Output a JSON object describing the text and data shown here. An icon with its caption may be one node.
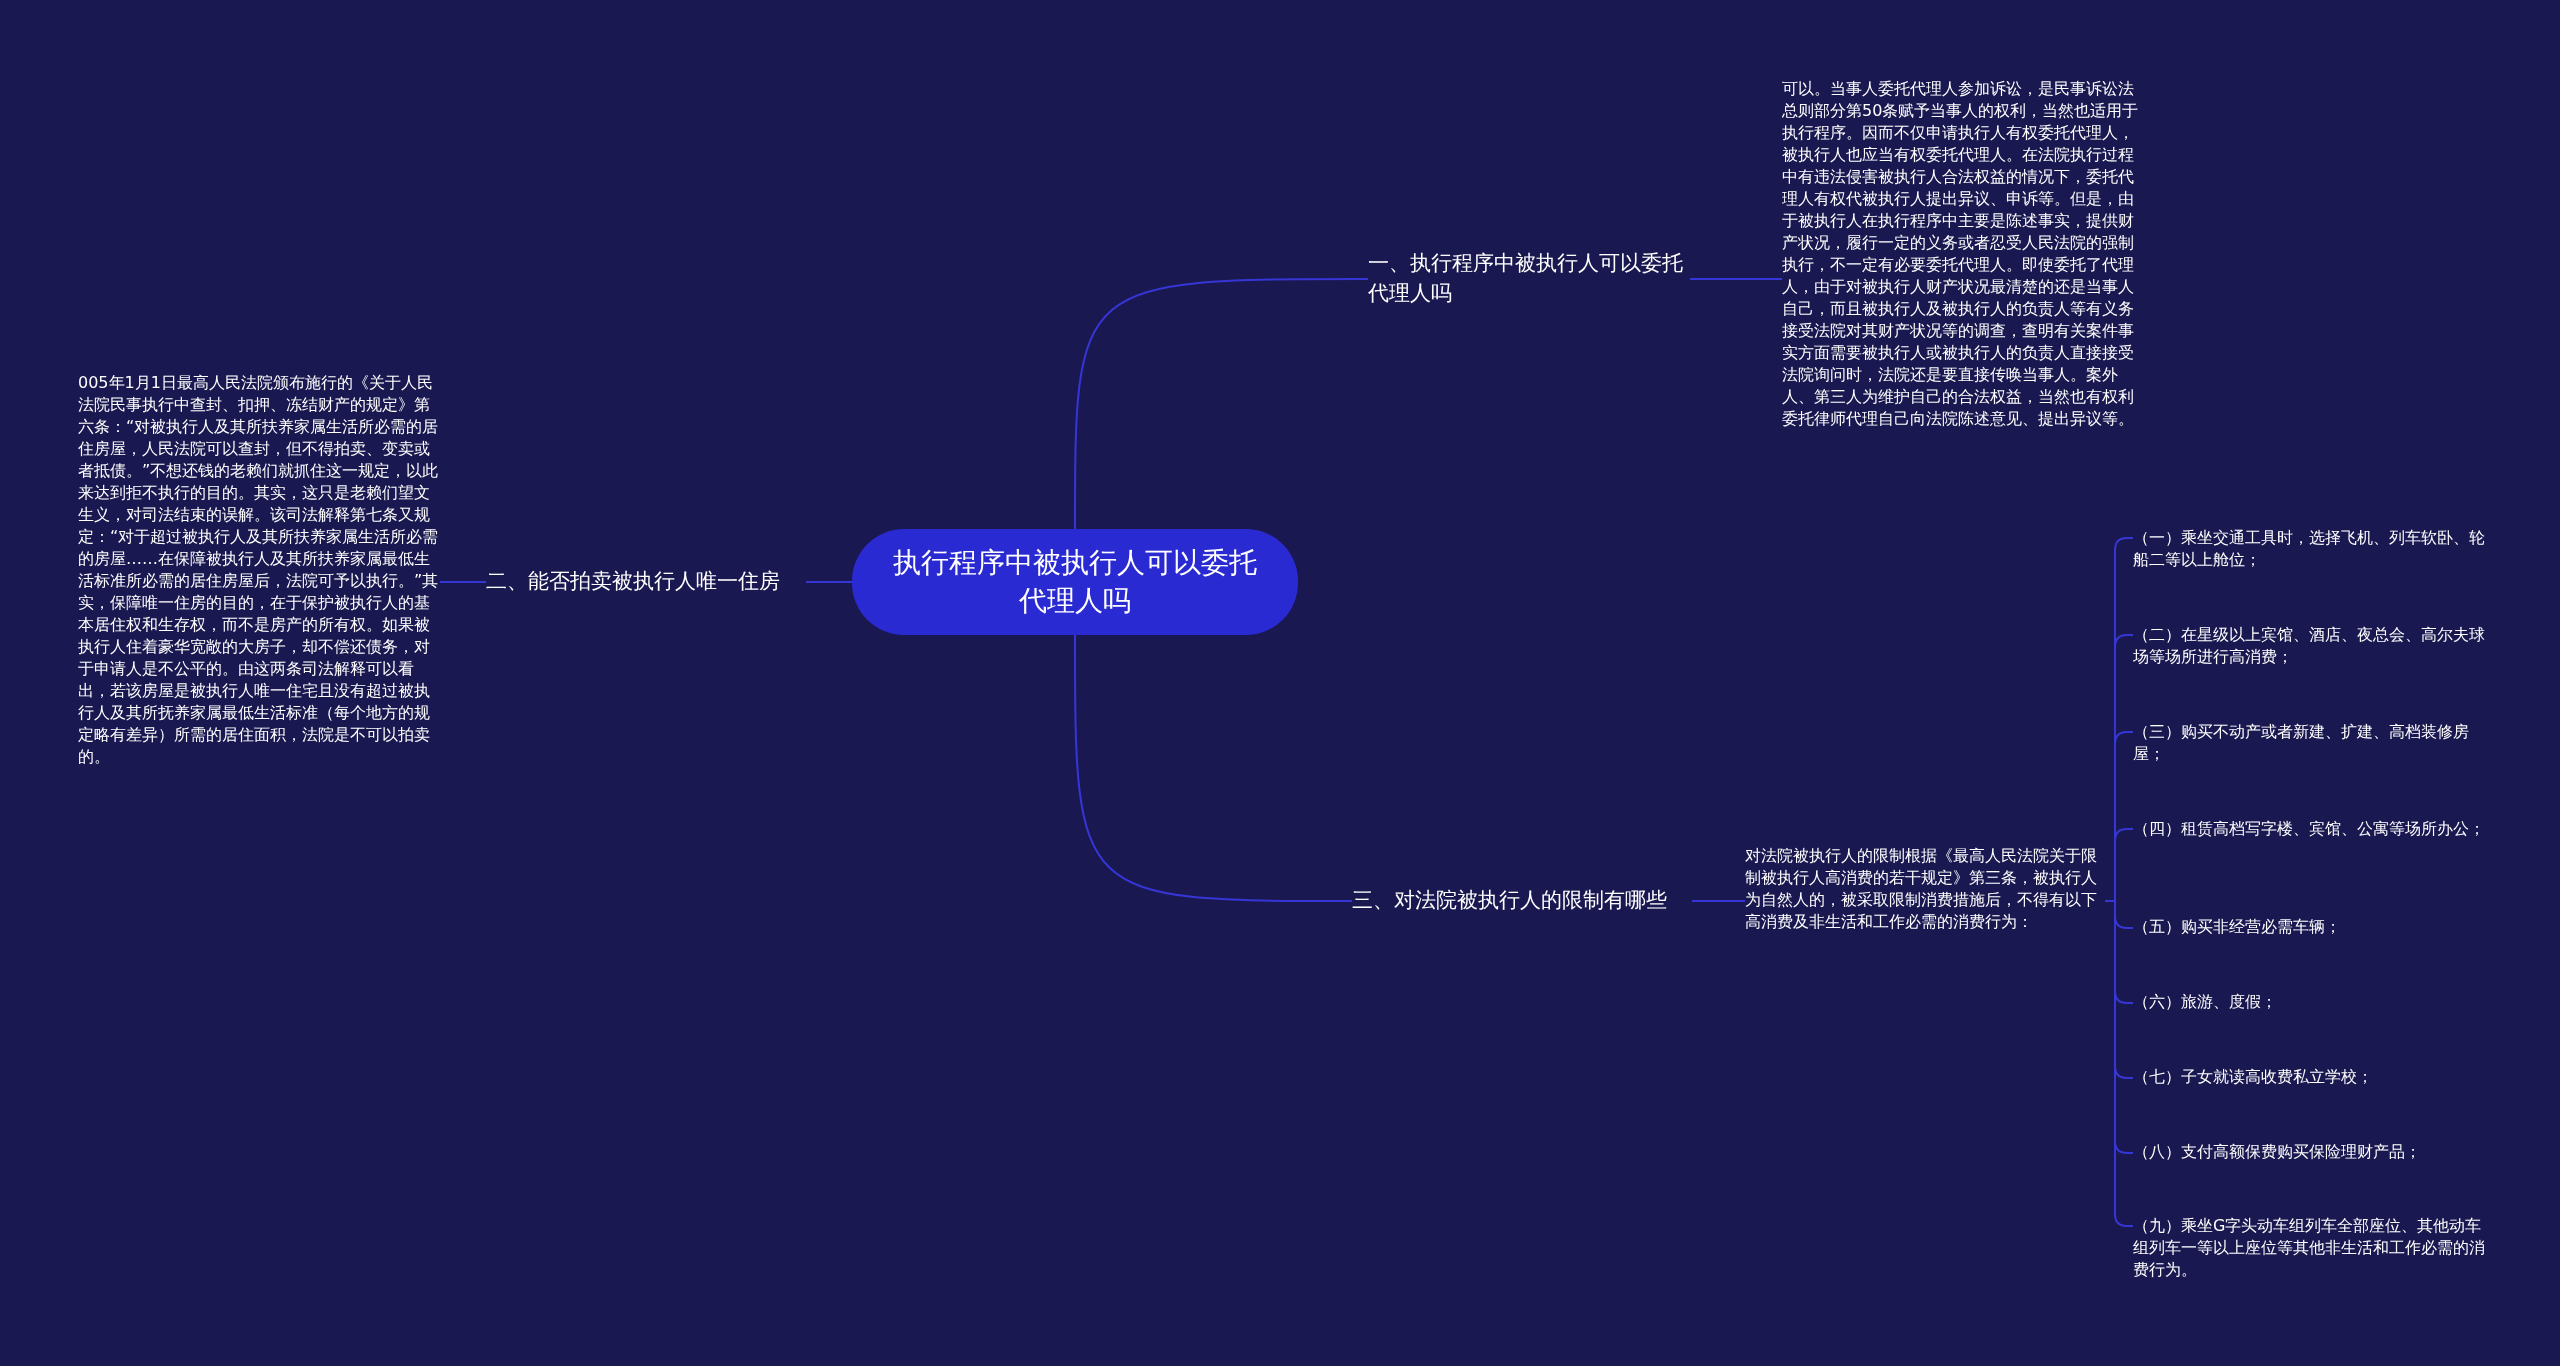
{
  "diagram": {
    "nodes": [
      {
        "text": [
          "执行程序中被执行人可以委托代理人吗"
        ]
      },
      {
        "text": [
          "一、执行程序中被执行人可以委托代理人吗"
        ]
      },
      {
        "text": [
          "可以。当事人委托代理人参加诉讼，是民事诉讼法总则部分第50条赋予当事人的权利，当然也适用于执行程序。因而不仅申请执行人有权委托代理人，被执行人也应当有权委托代理人。在法院执行过程中有违法侵害被执行人合法权益的情况下，委托代理人有权代被执行人提出异议、申诉等。但是，由于被执行人在执行程序中主要是陈述事实，提供财产状况，履行一定的义务或者忍受人民法院的强制执行，不一定有必要委托代理人。即使委托了代理人，由于对被执行人财产状况最清楚的还是当事人自己，而且被执行人及被执行人的负责人等有义务接受法院对其财产状况等的调查，查明有关案件事实方面需要被执行人或被执行人的负责人直接接受法院询问时，法院还是要直接传唤当事人。案外人、第三人为维护自己的合法权益，当然也有权利委托律师代理自己向法院陈述意见、提出异议等。"
        ]
      },
      {
        "text": [
          "二、能否拍卖被执行人唯一住房"
        ]
      },
      {
        "text": [
          "005年1月1日最高人民法院颁布施行的《关于人民法院民事执行中查封、扣押、冻结财产的规定》第六条：“对被执行人及其所扶养家属生活所必需的居住房屋，人民法院可以查封，但不得拍卖、变卖或者抵债。”不想还钱的老赖们就抓住这一规定，以此来达到拒不执行的目的。其实，这只是老赖们望文生义，对司法结束的误解。该司法解释第七条又规定：“对于超过被执行人及其所扶养家属生活所必需的房屋……在保障被执行人及其所扶养家属最低生活标准所必需的居住房屋后，法院可予以执行。”其实，保障唯一住房的目的，在于保护被执行人的基本居住权和生存权，而不是房产的所有权。如果被执行人住着豪华宽敞的大房子，却不偿还债务，对于申请人是不公平的。由这两条司法解释可以看出，若该房屋是被执行人唯一住宅且没有超过被执行人及其所抚养家属最低生活标准（每个地方的规定略有差异）所需的居住面积，法院是不可以拍卖的。"
        ]
      },
      {
        "text": [
          "三、对法院被执行人的限制有哪些"
        ]
      },
      {
        "text": [
          "对法院被执行人的限制根据《最高人民法院关于限制被执行人高消费的若干规定》第三条，被执行人为自然人的，被采取限制消费措施后，不得有以下高消费及非生活和工作必需的消费行为："
        ]
      },
      {
        "text": [
          "（一）乘坐交通工具时，选择飞机、列车软卧、轮船二等以上舱位；"
        ]
      },
      {
        "text": [
          "（二）在星级以上宾馆、酒店、夜总会、高尔夫球场等场所进行高消费；"
        ]
      },
      {
        "text": [
          "（三）购买不动产或者新建、扩建、高档装修房屋；"
        ]
      },
      {
        "text": [
          "（四）租赁高档写字楼、宾馆、公寓等场所办公；"
        ]
      },
      {
        "text": [
          "（五）购买非经营必需车辆；"
        ]
      },
      {
        "text": [
          "（六）旅游、度假；"
        ]
      },
      {
        "text": [
          "（七）子女就读高收费私立学校；"
        ]
      },
      {
        "text": [
          "（八）支付高额保费购买保险理财产品；"
        ]
      },
      {
        "text": [
          "（九）乘坐G字头动车组列车全部座位、其他动车组列车一等以上座位等其他非生活和工作必需的消费行为。"
        ]
      }
    ],
    "edges": [
      {
        "from": 0,
        "to": 1,
        "arrow": "none"
      },
      {
        "from": 1,
        "to": 2,
        "arrow": "none"
      },
      {
        "from": 0,
        "to": 3,
        "arrow": "none"
      },
      {
        "from": 3,
        "to": 4,
        "arrow": "none"
      },
      {
        "from": 0,
        "to": 5,
        "arrow": "none"
      },
      {
        "from": 5,
        "to": 6,
        "arrow": "none"
      },
      {
        "from": 6,
        "to": 7,
        "arrow": "none"
      },
      {
        "from": 6,
        "to": 8,
        "arrow": "none"
      },
      {
        "from": 6,
        "to": 9,
        "arrow": "none"
      },
      {
        "from": 6,
        "to": 10,
        "arrow": "none"
      },
      {
        "from": 6,
        "to": 11,
        "arrow": "none"
      },
      {
        "from": 6,
        "to": 12,
        "arrow": "none"
      },
      {
        "from": 6,
        "to": 13,
        "arrow": "none"
      },
      {
        "from": 6,
        "to": 14,
        "arrow": "none"
      },
      {
        "from": 6,
        "to": 15,
        "arrow": "none"
      }
    ]
  }
}
